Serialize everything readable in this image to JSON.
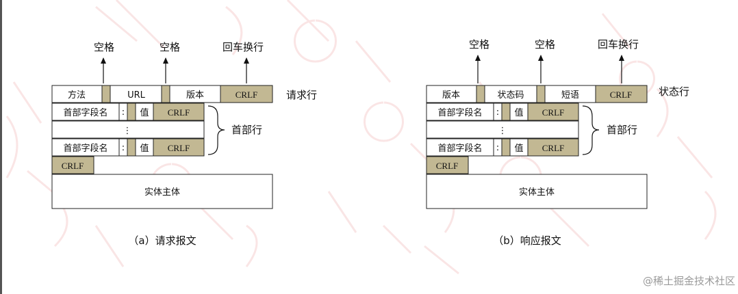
{
  "request": {
    "caption": "（a）请求报文",
    "top_labels": {
      "space1": "空格",
      "space2": "空格",
      "crlf": "回车换行"
    },
    "line": {
      "method": "方法",
      "url": "URL",
      "version": "版本",
      "crlf": "CRLF",
      "side_label": "请求行"
    },
    "header_row": {
      "name": "首部字段名",
      "colon": ":",
      "value": "值",
      "crlf": "CRLF"
    },
    "ellipsis": "⋮",
    "header_label": "首部行",
    "blank_crlf": "CRLF",
    "body": "实体主体"
  },
  "response": {
    "caption": "（b）响应报文",
    "top_labels": {
      "space1": "空格",
      "space2": "空格",
      "crlf": "回车换行"
    },
    "line": {
      "version": "版本",
      "status_code": "状态码",
      "phrase": "短语",
      "crlf": "CRLF",
      "side_label": "状态行"
    },
    "header_row": {
      "name": "首部字段名",
      "colon": ":",
      "value": "值",
      "crlf": "CRLF"
    },
    "ellipsis": "⋮",
    "header_label": "首部行",
    "blank_crlf": "CRLF",
    "body": "实体主体"
  },
  "footer": "@稀土掘金技术社区",
  "colors": {
    "crlf_fill": "#c2b893",
    "watermark": "#f2c4c4"
  }
}
